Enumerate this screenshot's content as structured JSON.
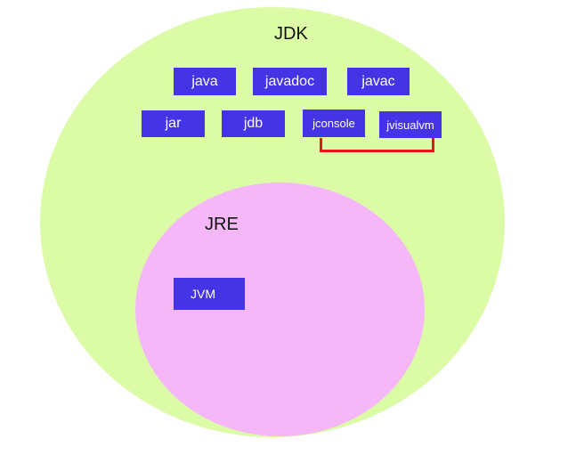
{
  "colors": {
    "jdk_fill": "#dbfba7",
    "jre_fill": "#f6b7f9",
    "box_fill": "#4434e6",
    "box_text": "#ffffff",
    "bracket": "#e11919"
  },
  "jdk": {
    "label": "JDK",
    "tools": {
      "java": "java",
      "javadoc": "javadoc",
      "javac": "javac",
      "jar": "jar",
      "jdb": "jdb",
      "jconsole": "jconsole",
      "jvisualvm": "jvisualvm"
    }
  },
  "jre": {
    "label": "JRE",
    "jvm": "JVM"
  }
}
